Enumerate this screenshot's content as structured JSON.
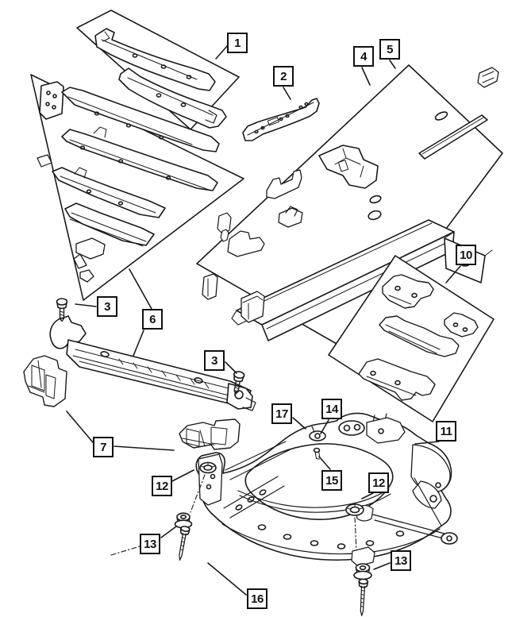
{
  "diagram": {
    "background": "#ffffff",
    "line_color": "#1a1a1a",
    "callouts": [
      {
        "label": "1"
      },
      {
        "label": "2"
      },
      {
        "label": "4"
      },
      {
        "label": "5"
      },
      {
        "label": "3"
      },
      {
        "label": "6"
      },
      {
        "label": "3"
      },
      {
        "label": "7"
      },
      {
        "label": "10"
      },
      {
        "label": "11"
      },
      {
        "label": "17"
      },
      {
        "label": "14"
      },
      {
        "label": "15"
      },
      {
        "label": "12"
      },
      {
        "label": "12"
      },
      {
        "label": "13"
      },
      {
        "label": "13"
      },
      {
        "label": "16"
      }
    ]
  }
}
